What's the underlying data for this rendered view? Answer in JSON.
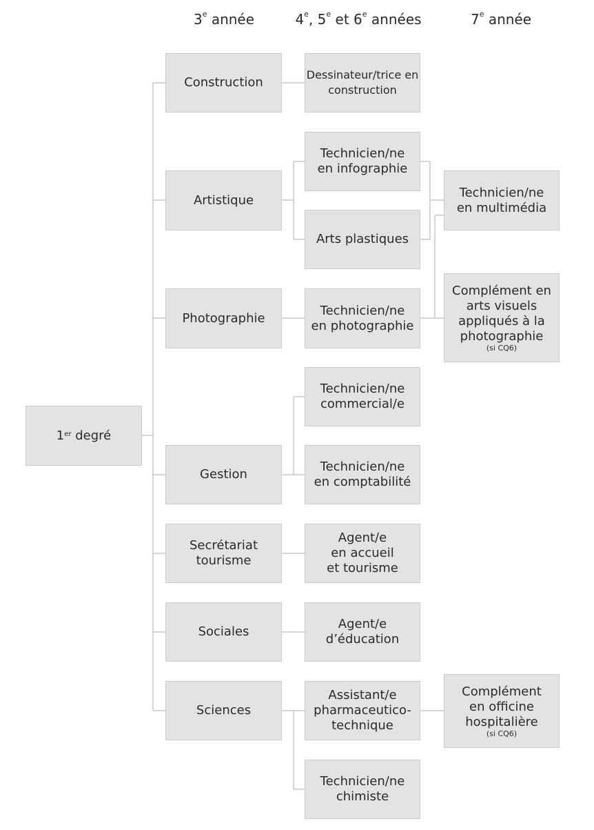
{
  "headers": {
    "col3": {
      "num": "3",
      "sup": "e",
      "rest": " année"
    },
    "col4": {
      "n1": "4",
      "s1": "e",
      "t1": ", 5",
      "s2": "e",
      "t2": " et 6",
      "s3": "e",
      "t3": " années"
    },
    "col7": {
      "num": "7",
      "sup": "e",
      "rest": " année"
    }
  },
  "root": {
    "num": "1",
    "sup": "er",
    "rest": " degré"
  },
  "third_year": [
    "Construction",
    "Artistique",
    "Photographie",
    "Gestion",
    "Secrétariat\ntourisme",
    "Sociales",
    "Sciences"
  ],
  "middle_years": [
    {
      "lines": [
        "Dessinateur/trice en",
        "construction"
      ]
    },
    {
      "lines": [
        "Technicien/ne",
        "en infographie"
      ]
    },
    {
      "lines": [
        "Arts plastiques"
      ]
    },
    {
      "lines": [
        "Technicien/ne",
        "en photographie"
      ]
    },
    {
      "lines": [
        "Technicien/ne",
        "commercial/e"
      ]
    },
    {
      "lines": [
        "Technicien/ne",
        "en comptabilité"
      ]
    },
    {
      "lines": [
        "Agent/e",
        "en accueil",
        "et tourisme"
      ]
    },
    {
      "lines": [
        "Agent/e",
        "d’éducation"
      ]
    },
    {
      "lines": [
        "Assistant/e",
        "pharmaceutico-",
        "technique"
      ]
    },
    {
      "lines": [
        "Technicien/ne",
        "chimiste"
      ]
    }
  ],
  "seventh_year": [
    {
      "lines": [
        "Technicien/ne",
        "en multimédia"
      ],
      "note": ""
    },
    {
      "lines": [
        "Complément en",
        "arts visuels",
        "appliqués à la",
        "photographie"
      ],
      "note": "(si CQ6)"
    },
    {
      "lines": [
        "Complément",
        "en officine",
        "hospitalière"
      ],
      "note": "(si CQ6)"
    }
  ],
  "colors": {
    "box_fill": "#e3e3e3",
    "box_border": "#cdcdcd",
    "connector": "#c8c8c8",
    "text": "#2a2a2a"
  }
}
